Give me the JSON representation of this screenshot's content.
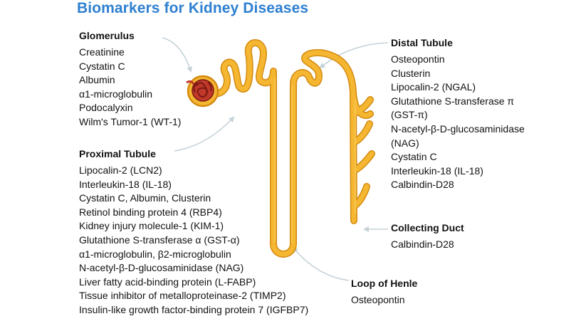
{
  "title": "Biomarkers for Kidney Diseases",
  "colors": {
    "title": "#2f80d1",
    "tubule_fill": "#f5b731",
    "tubule_outline": "#d48a10",
    "glomerulus": "#c0392b",
    "glomerulus_dark": "#7b1a12",
    "arrow": "#c5d2d8"
  },
  "sections": {
    "glomerulus": {
      "heading": "Glomerulus",
      "items": [
        "Creatinine",
        "Cystatin C",
        "Albumin",
        "α1-microglobulin",
        "Podocalyxin",
        "Wilm's Tumor-1 (WT-1)"
      ]
    },
    "proximal_tubule": {
      "heading": "Proximal Tubule",
      "items": [
        "Lipocalin-2 (LCN2)",
        "Interleukin-18 (IL-18)",
        "Cystatin C, Albumin, Clusterin",
        "Retinol binding protein 4 (RBP4)",
        "Kidney injury molecule-1 (KIM-1)",
        "Glutathione S-transferase α (GST-α)",
        "α1-microglobulin, β2-microglobulin",
        "N-acetyl-β-D-glucosaminidase (NAG)",
        "Liver fatty acid-binding protein (L-FABP)",
        "Tissue inhibitor of metalloproteinase-2 (TIMP2)",
        "Insulin-like growth factor-binding protein 7 (IGFBP7)"
      ]
    },
    "distal_tubule": {
      "heading": "Distal Tubule",
      "items": [
        "Osteopontin",
        "Clusterin",
        "Lipocalin-2 (NGAL)",
        "Glutathione S-transferase π",
        "(GST-π)",
        "N-acetyl-β-D-glucosaminidase",
        "(NAG)",
        "Cystatin C",
        "Interleukin-18 (IL-18)",
        "Calbindin-D28"
      ]
    },
    "collecting_duct": {
      "heading": "Collecting Duct",
      "items": [
        "Calbindin-D28"
      ]
    },
    "loop_of_henle": {
      "heading": "Loop of Henle",
      "items": [
        "Osteopontin"
      ]
    }
  }
}
